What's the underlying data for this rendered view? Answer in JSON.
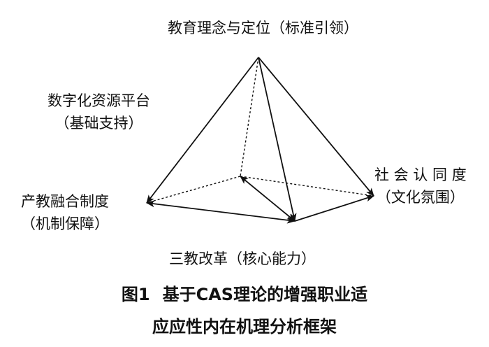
{
  "nodes": {
    "apex": {
      "title": "教育理念与定位",
      "note": "（标准引领）"
    },
    "left_upper": {
      "title": "数字化资源平台",
      "note": "（基础支持）"
    },
    "right": {
      "title": "社 会 认 同 度",
      "note": "（文化氛围）"
    },
    "left": {
      "title": "产教融合制度",
      "note": "（机制保障）"
    },
    "bottom": {
      "title": "三教改革",
      "note": "（核心能力）"
    }
  },
  "caption": {
    "figure_number": "图1",
    "line1": "基于CAS理论的增强职业适",
    "line2": "应应性内在机理分析框架"
  },
  "colors": {
    "line": "#111111",
    "text": "#111111"
  }
}
